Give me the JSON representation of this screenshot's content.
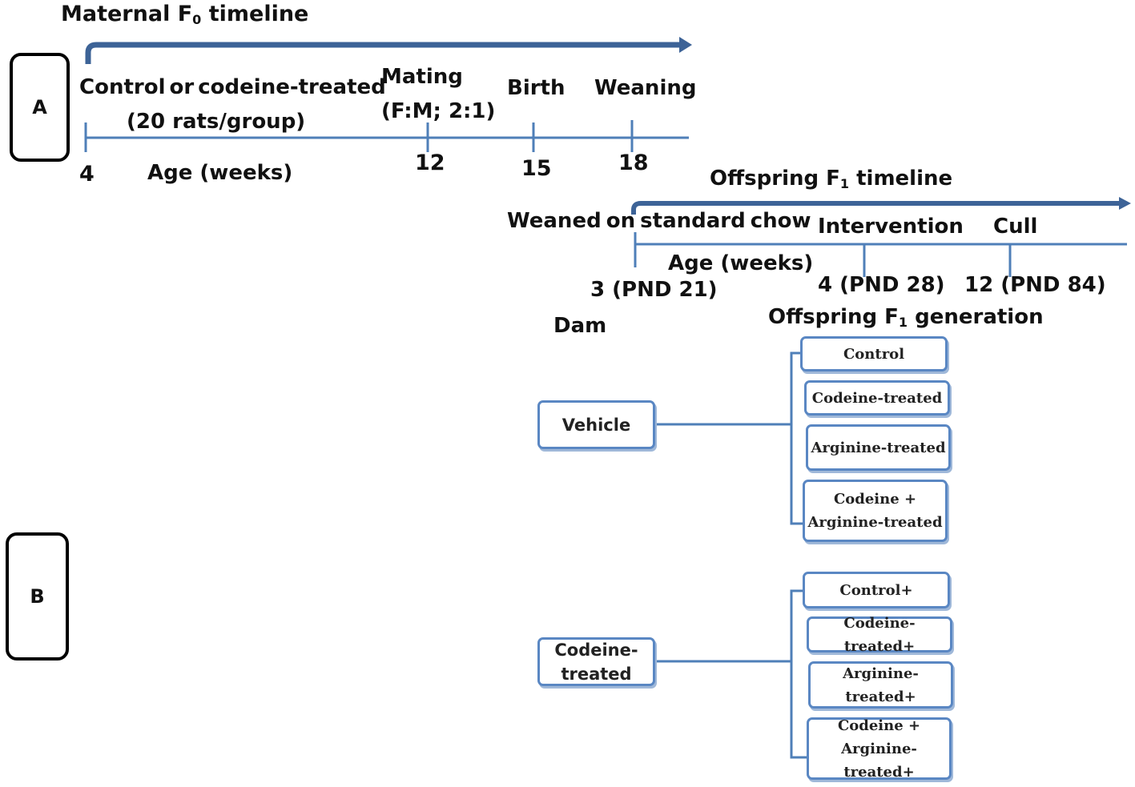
{
  "panel_a": {
    "label": "A"
  },
  "panel_b": {
    "label": "B"
  },
  "maternal": {
    "title": "Maternal F",
    "title_sub": "0",
    "title_suffix": " timeline",
    "phase_control": "Control  or codeine-treated",
    "phase_group": "(20 rats/group)",
    "phase_mating": "Mating",
    "phase_mating_ratio": "(F:M; 2:1)",
    "phase_birth": "Birth",
    "phase_weaning": "Weaning",
    "tick_4": "4",
    "tick_12": "12",
    "tick_15": "15",
    "tick_18": "18",
    "axis_label": "Age (weeks)"
  },
  "offspring": {
    "title": "Offspring  F",
    "title_sub": "1",
    "title_suffix": " timeline",
    "phase_weaned": "Weaned on standard  chow",
    "phase_intervention": "Intervention",
    "phase_cull": "Cull",
    "axis_label": "Age (weeks)",
    "tick_3": "3 (PND 21)",
    "tick_4": "4 (PND 28)",
    "tick_12": "12 (PND 84)"
  },
  "panel_b_content": {
    "dam_header": "Dam",
    "generation_header": "Offspring  F",
    "generation_sub": "1",
    "generation_suffix": " generation",
    "dam_vehicle": "Vehicle",
    "dam_codeine_line1": "Codeine-",
    "dam_codeine_line2": "treated",
    "vehicle_groups": {
      "g1": "Control",
      "g2": "Codeine-treated",
      "g3": "Arginine-treated",
      "g4_line1": "Codeine +",
      "g4_line2": "Arginine-treated"
    },
    "codeine_groups": {
      "g1": "Control+",
      "g2": "Codeine-treated+",
      "g3": "Arginine-treated+",
      "g4_line1": "Codeine +",
      "g4_line2": "Arginine-treated+"
    }
  },
  "colors": {
    "arrow": "#3d6397",
    "axis": "#4f7fb8",
    "box_border": "#5a87c3"
  }
}
